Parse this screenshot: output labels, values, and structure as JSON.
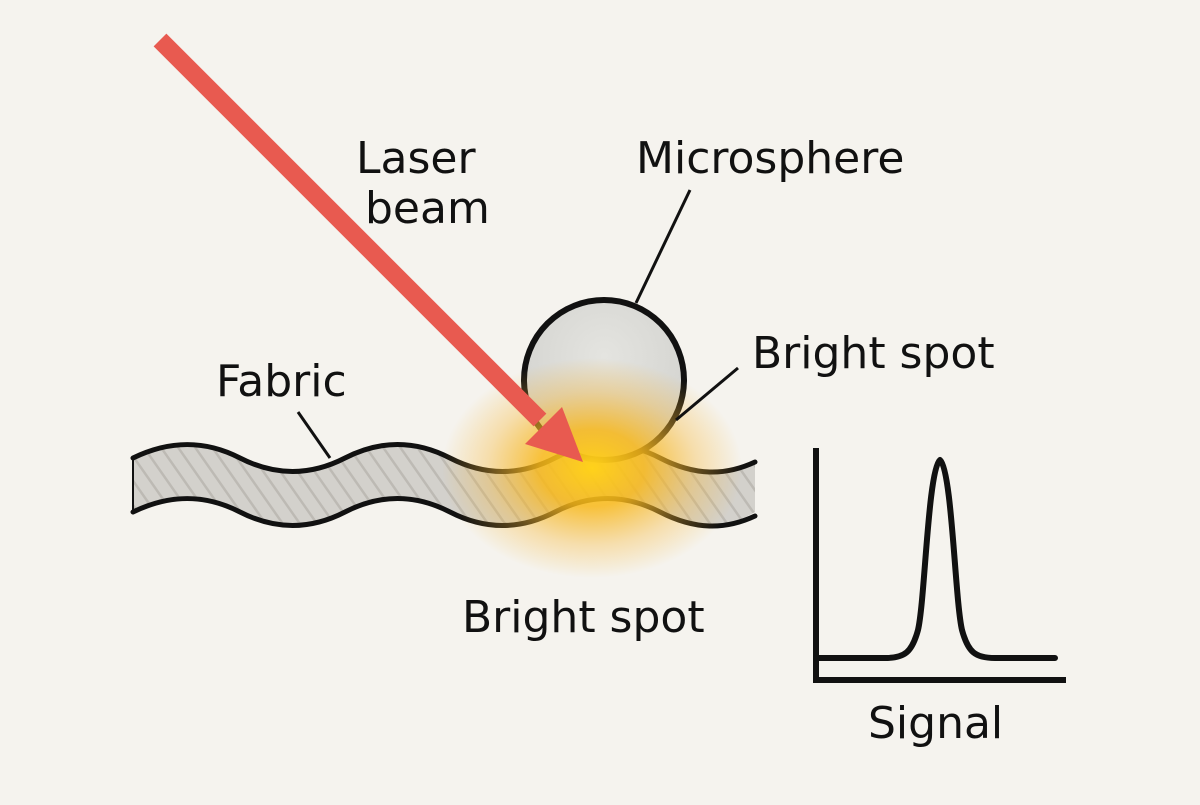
{
  "labels": {
    "laser_line1": "Laser",
    "laser_line2": "beam",
    "microsphere": "Microsphere",
    "bright_spot_upper": "Bright spot",
    "fabric": "Fabric",
    "bright_spot_lower": "Bright spot",
    "signal": "Signal"
  },
  "colors": {
    "background": "#f5f3ee",
    "laser": "#e85a50",
    "glow": "#f5b400",
    "fabric_fill": "#cfcdc8",
    "sphere_fill": "#dcdcd8",
    "ink": "#111111"
  },
  "icons": {
    "laser": "arrow",
    "sphere": "circle",
    "signal": "peak-curve"
  }
}
